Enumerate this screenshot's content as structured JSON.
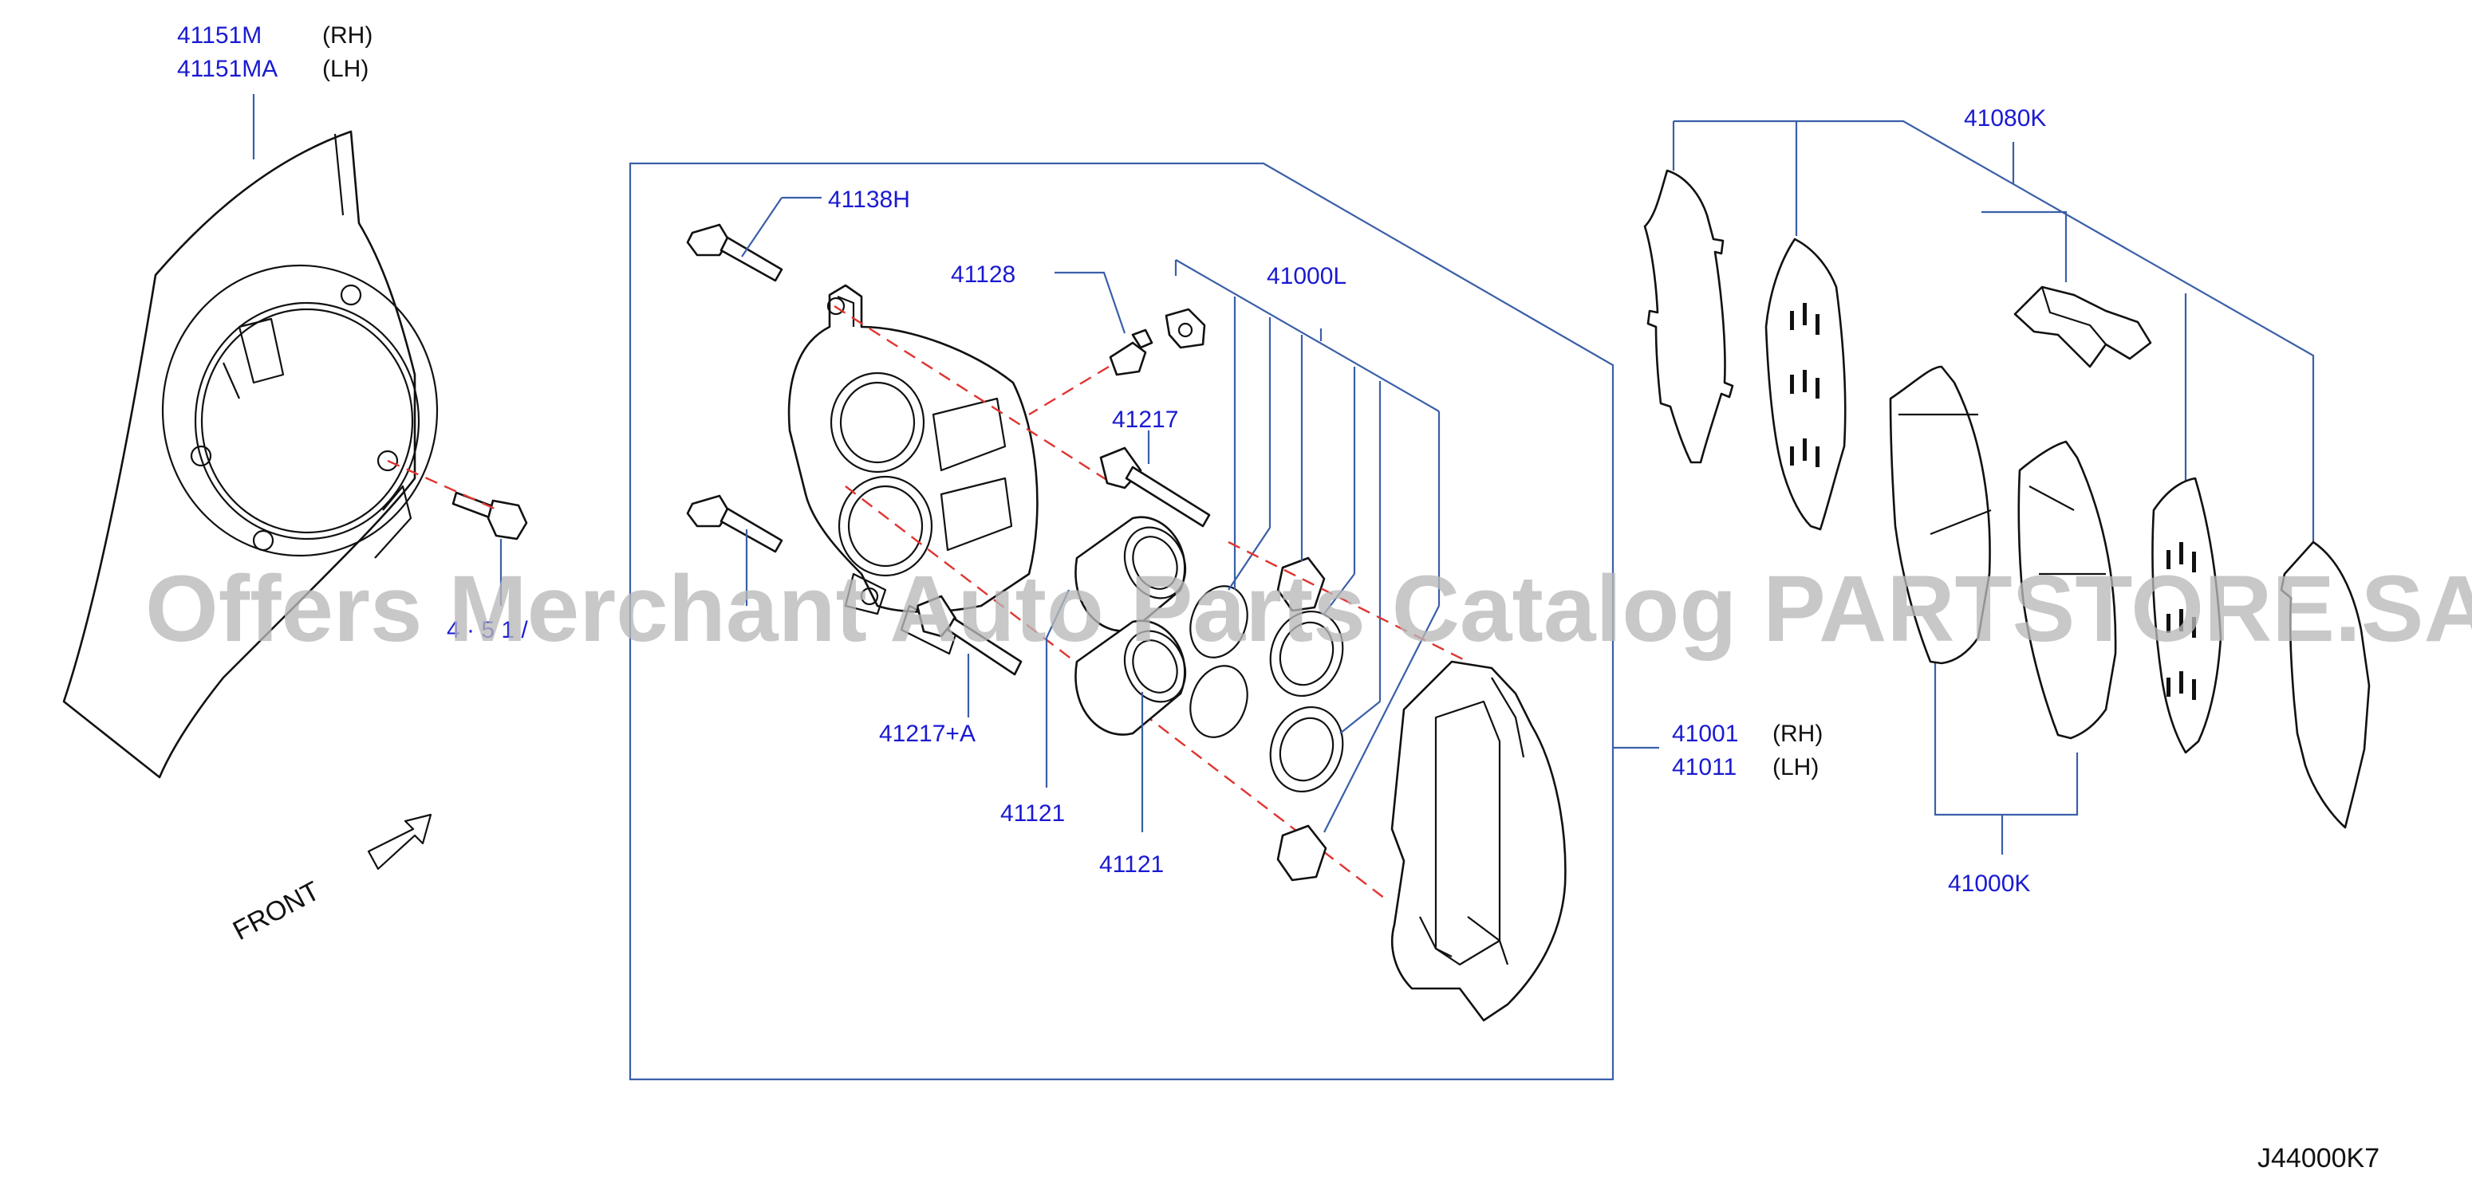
{
  "callouts": {
    "dust_shield_rh": {
      "part": "41151M",
      "side": "(RH)"
    },
    "dust_shield_lh": {
      "part": "41151MA",
      "side": "(LH)"
    },
    "pin_bolt_upper": {
      "part": "41138H"
    },
    "bleeder": {
      "part": "41128"
    },
    "seal_kit": {
      "part": "41000L"
    },
    "slide_pin_upper": {
      "part": "41217"
    },
    "slide_pin_lower": {
      "part": "41217+A"
    },
    "piston_a": {
      "part": "41121"
    },
    "piston_b": {
      "part": "41121"
    },
    "caliper_rh": {
      "part": "41001",
      "side": "(RH)"
    },
    "caliper_lh": {
      "part": "41011",
      "side": "(LH)"
    },
    "hardware_kit": {
      "part": "41080K"
    },
    "pad_kit": {
      "part": "41000K"
    }
  },
  "front_label": "FRONT",
  "watermark": "Offers Merchant Auto Parts Catalog PARTSTORE.SA",
  "diagram_code": "J44000K7",
  "colors": {
    "callout_text": "#1a1ad2",
    "leader_line": "#3a5fa8",
    "axis_line": "#e0342f"
  }
}
